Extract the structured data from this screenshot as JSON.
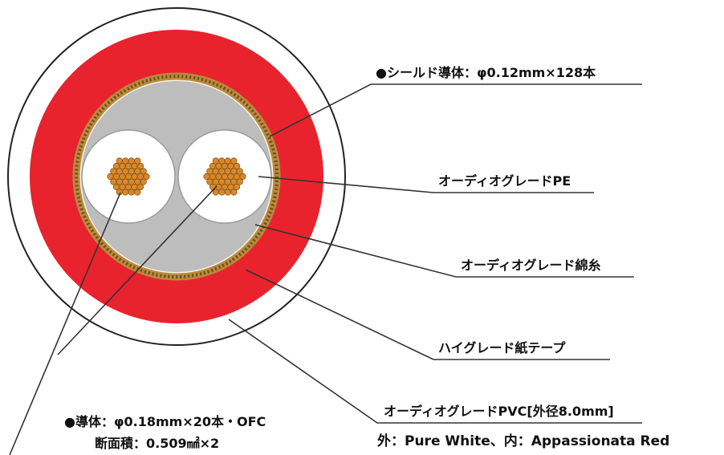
{
  "labels": {
    "shield": "●シールド導体：φ0.12mm×128本",
    "audio_pe": "オーディオグレードPE",
    "cotton": "オーディオグレード綿糸",
    "paper_tape": "ハイグレード紙テープ",
    "pvc": "オーディオグレードPVC[外径8.0mm]",
    "pvc_colors": "外：Pure White、内：Appassionata Red",
    "conductor": "●導体：φ0.18mm×20本・OFC",
    "cross_section": "断面積：0.509㎟×2"
  },
  "colors": {
    "outer_jacket": "#ffffff",
    "inner_jacket": "#e8232e",
    "shield_braid": "#b98a3c",
    "filler": "#bdbdbd",
    "insulation": "#ffffff",
    "conductor": "#d9892a"
  }
}
